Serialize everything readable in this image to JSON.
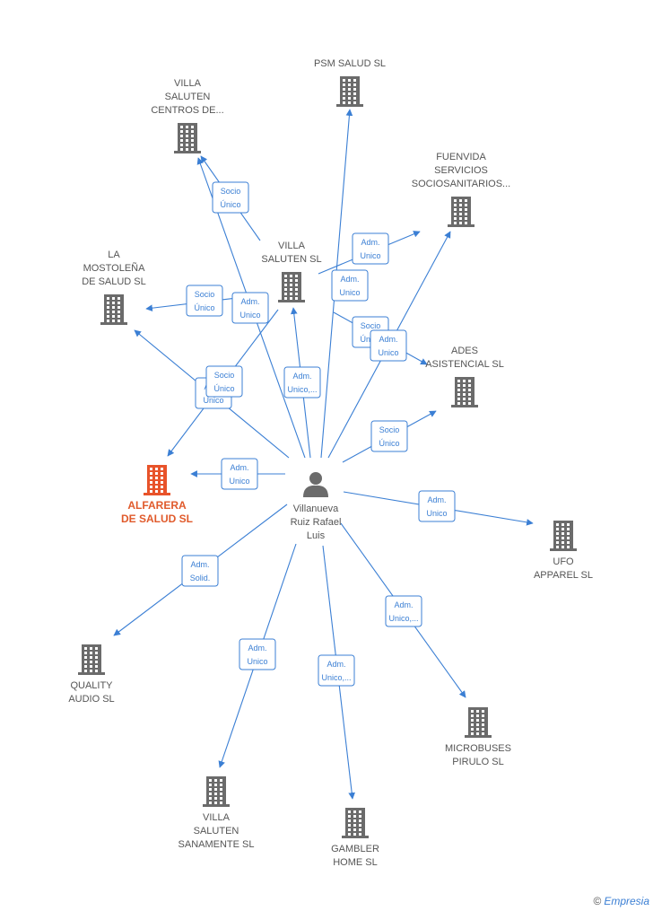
{
  "center": {
    "id": "person",
    "label": [
      "Villanueva",
      "Ruiz Rafael",
      "Luis"
    ],
    "icon": "person-icon"
  },
  "companies": [
    {
      "id": "psm",
      "label": [
        "PSM SALUD SL"
      ],
      "icon": "building-icon"
    },
    {
      "id": "villa_centros",
      "label": [
        "VILLA",
        "SALUTEN",
        "CENTROS DE..."
      ],
      "icon": "building-icon"
    },
    {
      "id": "fuenvida",
      "label": [
        "FUENVIDA",
        "SERVICIOS",
        "SOCIOSANITARIOS..."
      ],
      "icon": "building-icon"
    },
    {
      "id": "villa_saluten",
      "label": [
        "VILLA",
        "SALUTEN SL"
      ],
      "icon": "building-icon"
    },
    {
      "id": "mostolena",
      "label": [
        "LA",
        "MOSTOLEÑA",
        "DE SALUD  SL"
      ],
      "icon": "building-icon"
    },
    {
      "id": "ades",
      "label": [
        "ADES",
        "ASISTENCIAL SL"
      ],
      "icon": "building-icon"
    },
    {
      "id": "alfarera",
      "label": [
        "ALFARERA",
        "DE SALUD  SL"
      ],
      "icon": "building-icon",
      "highlight": true
    },
    {
      "id": "ufo",
      "label": [
        "UFO",
        "APPAREL  SL"
      ],
      "icon": "building-icon"
    },
    {
      "id": "quality",
      "label": [
        "QUALITY",
        "AUDIO  SL"
      ],
      "icon": "building-icon"
    },
    {
      "id": "microbuses",
      "label": [
        "MICROBUSES",
        "PIRULO  SL"
      ],
      "icon": "building-icon"
    },
    {
      "id": "villa_sanamente",
      "label": [
        "VILLA",
        "SALUTEN",
        "SANAMENTE  SL"
      ],
      "icon": "building-icon"
    },
    {
      "id": "gambler",
      "label": [
        "GAMBLER",
        "HOME  SL"
      ],
      "icon": "building-icon"
    }
  ],
  "relations": [
    {
      "from": "person",
      "to": "psm",
      "label": [
        "Adm.",
        "Unico"
      ]
    },
    {
      "from": "person",
      "to": "villa_centros",
      "label": [
        "Adm.",
        "Unico"
      ]
    },
    {
      "from": "villa_saluten",
      "to": "villa_centros",
      "label": [
        "Socio",
        "Único"
      ]
    },
    {
      "from": "person",
      "to": "fuenvida",
      "label": [
        "Adm.",
        "Unico"
      ]
    },
    {
      "from": "villa_saluten",
      "to": "fuenvida",
      "label": [
        "Socio",
        "Único"
      ]
    },
    {
      "from": "person",
      "to": "villa_saluten",
      "label": [
        "Adm.",
        "Unico,..."
      ]
    },
    {
      "from": "villa_saluten",
      "to": "mostolena",
      "label": [
        "Socio",
        "Único"
      ]
    },
    {
      "from": "person",
      "to": "mostolena",
      "label": [
        "Adm.",
        "Unico"
      ]
    },
    {
      "from": "villa_saluten",
      "to": "ades",
      "label": [
        "Socio",
        "Único"
      ]
    },
    {
      "from": "person",
      "to": "ades",
      "label": [
        "Adm.",
        "Unico"
      ]
    },
    {
      "from": "villa_saluten",
      "to": "alfarera",
      "label": [
        "Socio",
        "Único"
      ]
    },
    {
      "from": "person",
      "to": "alfarera",
      "label": [
        "Adm.",
        "Unico"
      ]
    },
    {
      "from": "person",
      "to": "ufo",
      "label": [
        "Adm.",
        "Unico"
      ]
    },
    {
      "from": "person",
      "to": "quality",
      "label": [
        "Adm.",
        "Solid."
      ]
    },
    {
      "from": "person",
      "to": "microbuses",
      "label": [
        "Adm.",
        "Unico,..."
      ]
    },
    {
      "from": "person",
      "to": "villa_sanamente",
      "label": [
        "Adm.",
        "Unico"
      ]
    },
    {
      "from": "person",
      "to": "gambler",
      "label": [
        "Adm.",
        "Unico,..."
      ]
    }
  ],
  "colors": {
    "edge": "#3b7fd4",
    "node": "#6b6b6b",
    "highlight": "#e8532a"
  },
  "brand": {
    "copyright": "©",
    "name": "Empresia"
  }
}
